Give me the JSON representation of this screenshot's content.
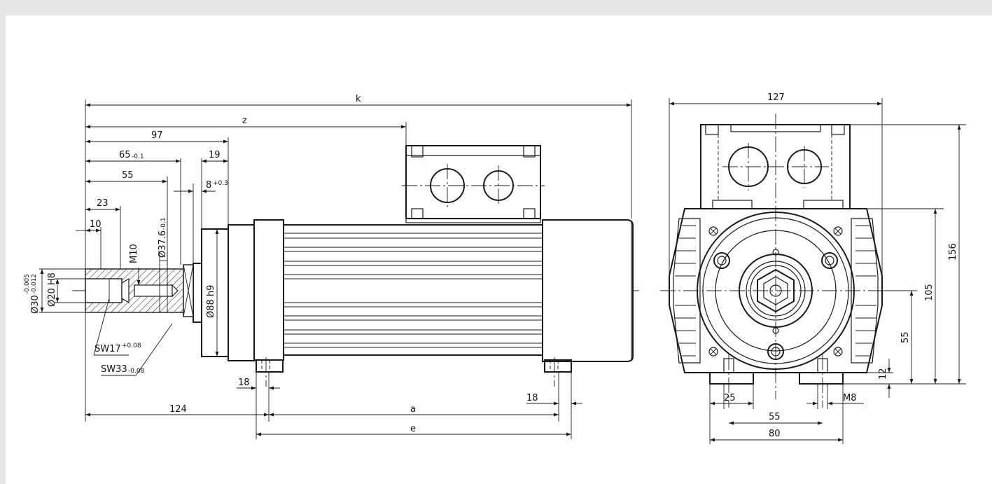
{
  "side_view": {
    "dims": {
      "k": "k",
      "z": "z",
      "d97": "97",
      "d65": "65",
      "d65_tol": "-0.1",
      "d55": "55",
      "d23": "23",
      "d10": "10",
      "d19": "19",
      "d8": "8",
      "d8_tol": "+0.3",
      "m10": "M10",
      "d37": "Ø37.6",
      "d37_tol": "-0.1",
      "d88": "Ø88 h9",
      "d20": "Ø20 H8",
      "d30": "Ø30",
      "d30_tol_up": "-0.005",
      "d30_tol_low": "-0.012",
      "sw17": "SW17",
      "sw17_tol": "+0.08",
      "sw33": "SW33",
      "sw33_tol": "-0.08",
      "d18_left": "18",
      "d18_right": "18",
      "d124": "124",
      "a": "a",
      "e": "e"
    }
  },
  "front_view": {
    "dims": {
      "d127": "127",
      "d156": "156",
      "d105": "105",
      "d55v": "55",
      "d12": "12",
      "d25": "25",
      "d55h": "55",
      "d80": "80",
      "m8": "M8"
    }
  }
}
